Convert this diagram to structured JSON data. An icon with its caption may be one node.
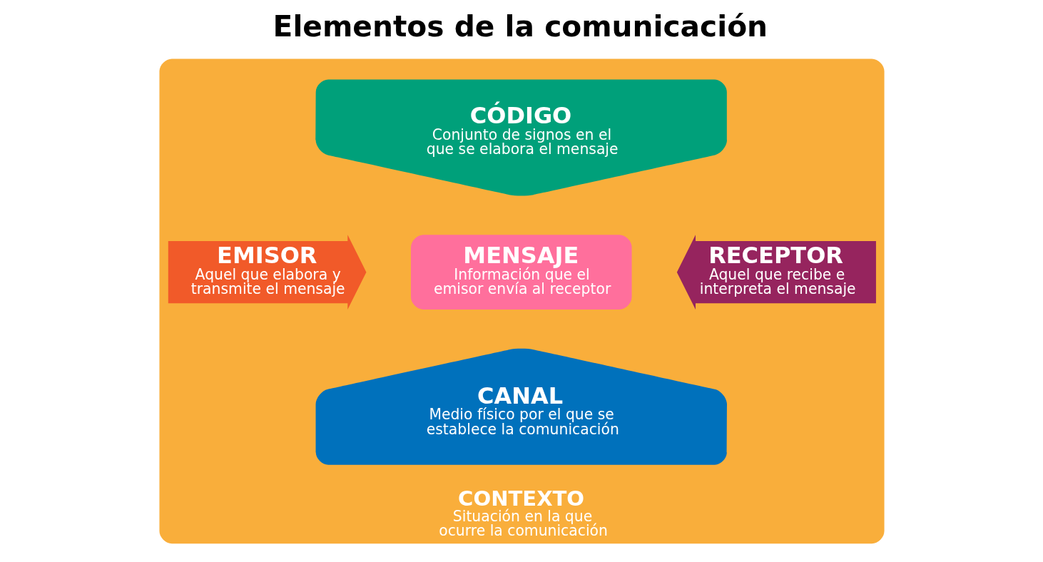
{
  "diagram": {
    "title": "Elementos de la comunicación",
    "nodes": [
      {
        "text": [
          "CONTEXTO",
          "Situación en la que ocurre la comunicación"
        ]
      },
      {
        "text": [
          "CÓDIGO",
          "Conjunto de signos en el que se elabora el mensaje"
        ],
        "in": 0
      },
      {
        "text": [
          "EMISOR",
          "Aquel que elabora y transmite el mensaje"
        ],
        "in": 0
      },
      {
        "text": [
          "MENSAJE",
          "Información que el emisor envía al receptor"
        ],
        "in": 0
      },
      {
        "text": [
          "RECEPTOR",
          "Aquel que recibe e interpreta el mensaje"
        ],
        "in": 0
      },
      {
        "text": [
          "CANAL",
          "Medio físico por el que se establece la comunicación"
        ],
        "in": 0
      }
    ]
  }
}
